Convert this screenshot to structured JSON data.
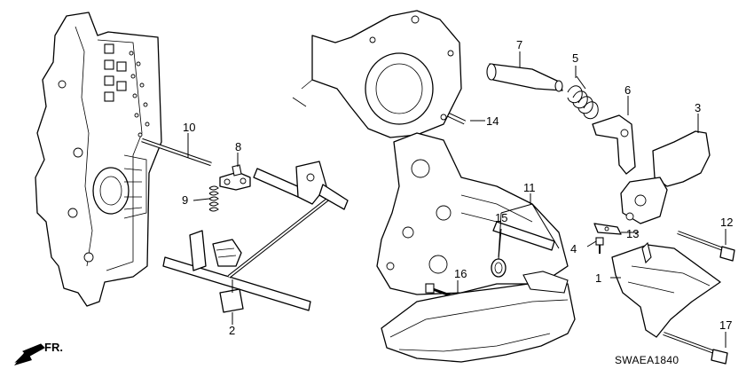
{
  "diagram": {
    "code": "SWAEA1840",
    "direction_label": "FR.",
    "callouts": [
      "1",
      "2",
      "3",
      "4",
      "5",
      "6",
      "7",
      "8",
      "9",
      "10",
      "11",
      "12",
      "13",
      "14",
      "15",
      "16",
      "17"
    ]
  },
  "colors": {
    "ink": "#000000",
    "paper": "#ffffff"
  },
  "icons": {
    "front_arrow": "arrow-down-left-icon"
  }
}
